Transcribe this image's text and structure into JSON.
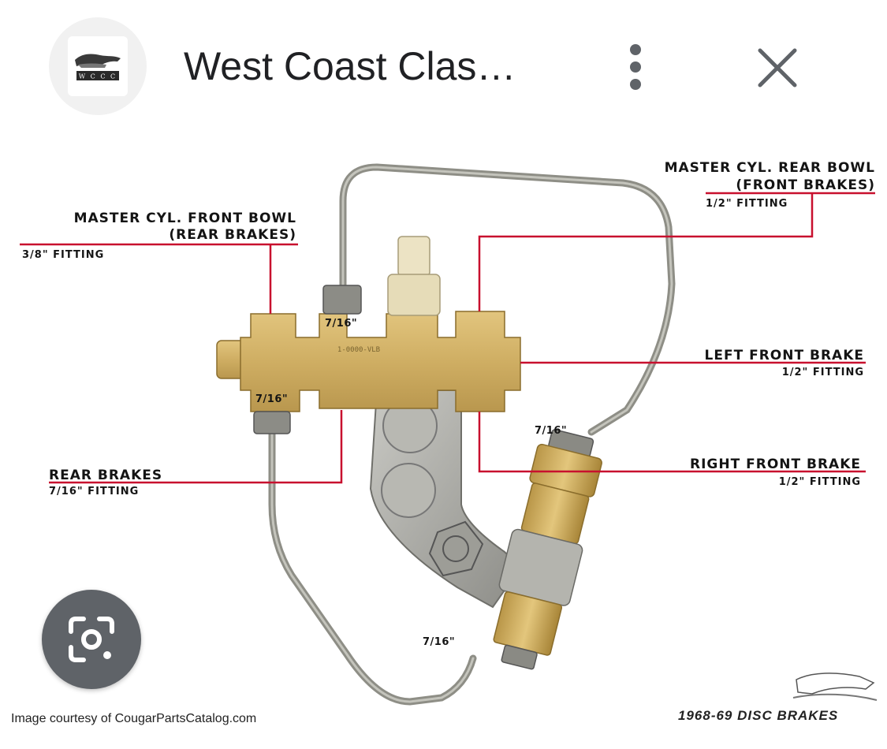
{
  "header": {
    "title": "West Coast Clas…",
    "logo_text": "W C C C",
    "menu_icon": "more-vert-icon",
    "close_icon": "close-icon"
  },
  "diagram": {
    "labels": {
      "rear_bowl_title_1": "MASTER CYL. REAR BOWL",
      "rear_bowl_title_2": "(FRONT BRAKES)",
      "rear_bowl_fitting": "1/2\" FITTING",
      "front_bowl_title_1": "MASTER CYL. FRONT BOWL",
      "front_bowl_title_2": "(REAR BRAKES)",
      "front_bowl_fitting": "3/8\" FITTING",
      "left_front_title": "LEFT FRONT BRAKE",
      "left_front_fitting": "1/2\" FITTING",
      "right_front_title": "RIGHT FRONT BRAKE",
      "right_front_fitting": "1/2\" FITTING",
      "rear_brakes_title": "REAR BRAKES",
      "rear_brakes_fitting": "7/16\" FITTING"
    },
    "dimensions": {
      "top_port": "7/16\"",
      "left_port": "7/16\"",
      "switch_nut": "7/16\"",
      "bottom_nut": "7/16\""
    },
    "stamp_text": "1-0000-VLB",
    "credit": "Image courtesy of CougarPartsCatalog.com",
    "caption": "1968-69 DISC BRAKES"
  },
  "lens": {
    "icon": "google-lens-icon"
  },
  "colors": {
    "leader_red": "#c8102e",
    "brass": "#d3b46a",
    "steel_line": "#9a9a92",
    "lens_bg": "#5f6368"
  }
}
